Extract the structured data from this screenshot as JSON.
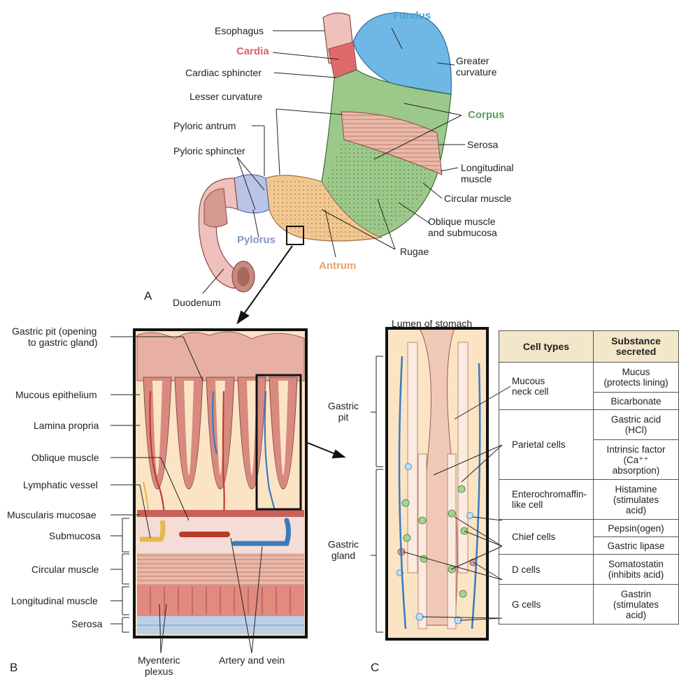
{
  "panelA": {
    "letter": "A",
    "labels": {
      "fundus": "Fundus",
      "esophagus": "Esophagus",
      "cardia": "Cardia",
      "cardiac_sphincter": "Cardiac sphincter",
      "greater_curvature_1": "Greater",
      "greater_curvature_2": "curvature",
      "lesser_curvature": "Lesser curvature",
      "corpus": "Corpus",
      "pyloric_antrum": "Pyloric antrum",
      "serosa": "Serosa",
      "pyloric_sphincter": "Pyloric sphincter",
      "longitudinal_muscle_1": "Longitudinal",
      "longitudinal_muscle_2": "muscle",
      "circular_muscle": "Circular muscle",
      "oblique_1": "Oblique muscle",
      "oblique_2": "and submucosa",
      "pylorus": "Pylorus",
      "rugae": "Rugae",
      "antrum": "Antrum",
      "duodenum": "Duodenum"
    },
    "colors": {
      "fundus": "#4aa3d8",
      "cardia": "#e0606a",
      "corpus": "#5aa05a",
      "pylorus": "#8896c8",
      "antrum": "#e9a06a"
    }
  },
  "panelB": {
    "letter": "B",
    "labels": {
      "gastric_pit_1": "Gastric pit (opening",
      "gastric_pit_2": "to gastric gland)",
      "mucous_epithelium": "Mucous epithelium",
      "lamina_propria": "Lamina propria",
      "oblique_muscle": "Oblique muscle",
      "lymphatic_vessel": "Lymphatic vessel",
      "muscularis_mucosae": "Muscularis mucosae",
      "submucosa": "Submucosa",
      "circular_muscle": "Circular muscle",
      "longitudinal_muscle": "Longitudinal muscle",
      "serosa": "Serosa",
      "myenteric_1": "Myenteric",
      "myenteric_2": "plexus",
      "artery_vein": "Artery and vein"
    }
  },
  "panelC": {
    "letter": "C",
    "labels": {
      "lumen": "Lumen of stomach",
      "gastric_pit_1": "Gastric",
      "gastric_pit_2": "pit",
      "gastric_gland_1": "Gastric",
      "gastric_gland_2": "gland"
    },
    "table": {
      "header_cell_types": "Cell types",
      "header_substance_1": "Substance",
      "header_substance_2": "secreted",
      "rows": [
        {
          "cell_1": "Mucous",
          "cell_2": "neck cell",
          "subs": [
            [
              "Mucus",
              "(protects lining)"
            ],
            [
              "Bicarbonate"
            ]
          ]
        },
        {
          "cell_1": "Parietal cells",
          "cell_2": "",
          "subs": [
            [
              "Gastric acid",
              "(HCl)"
            ],
            [
              "Intrinsic factor",
              "(Ca⁺⁺",
              "absorption)"
            ]
          ]
        },
        {
          "cell_1": "Enterochromaffin-",
          "cell_2": "like cell",
          "subs": [
            [
              "Histamine",
              "(stimulates",
              "acid)"
            ]
          ]
        },
        {
          "cell_1": "Chief cells",
          "cell_2": "",
          "subs": [
            [
              "Pepsin(ogen)"
            ],
            [
              "Gastric lipase"
            ]
          ]
        },
        {
          "cell_1": "D cells",
          "cell_2": "",
          "subs": [
            [
              "Somatostatin",
              "(inhibits acid)"
            ]
          ]
        },
        {
          "cell_1": "G cells",
          "cell_2": "",
          "subs": [
            [
              "Gastrin",
              "(stimulates",
              "acid)"
            ]
          ]
        }
      ]
    }
  }
}
